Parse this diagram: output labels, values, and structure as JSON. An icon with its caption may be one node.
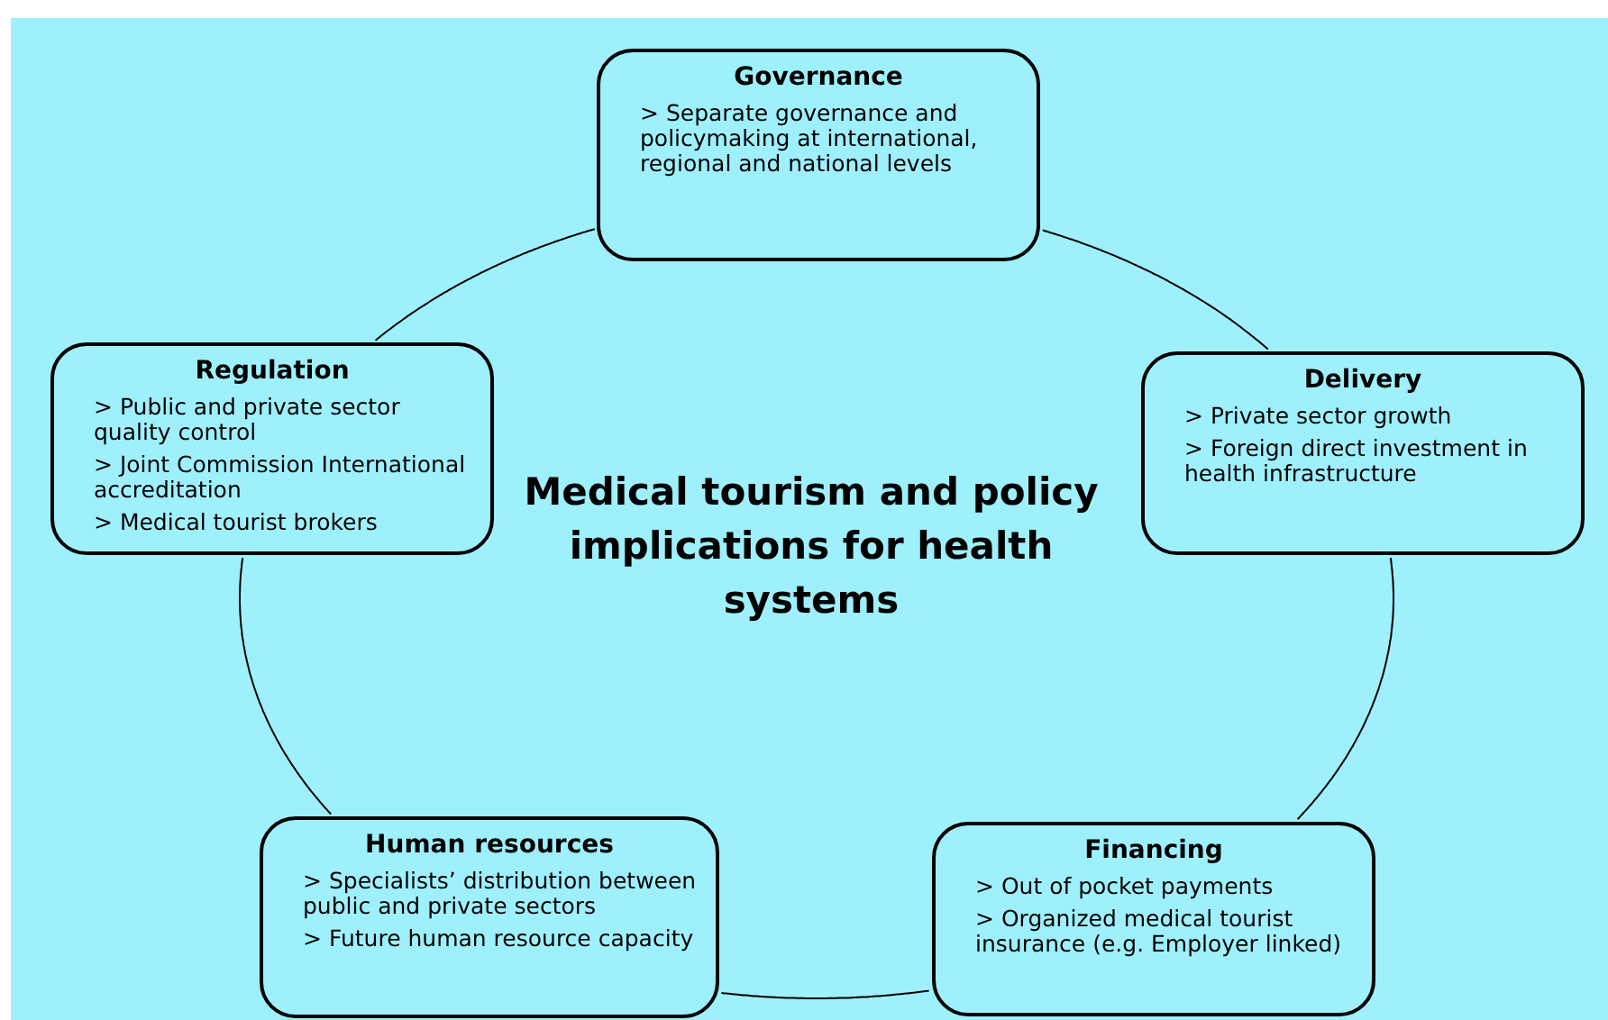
{
  "diagram": {
    "title": "Medical tourism and policy implications for health systems",
    "nodes": [
      {
        "text": [
          "Governance",
          "> Separate governance and policymaking at international, regional and national levels"
        ]
      },
      {
        "text": [
          "Regulation",
          "> Public and private sector quality control",
          "> Joint Commission International accreditation",
          "> Medical tourist brokers"
        ]
      },
      {
        "text": [
          "Delivery",
          "> Private sector growth",
          "> Foreign direct investment in health infrastructure"
        ]
      },
      {
        "text": [
          "Human resources",
          "> Specialists’ distribution between public and private sectors",
          "> Future human resource capacity"
        ]
      },
      {
        "text": [
          "Financing",
          "> Out of pocket payments",
          "> Organized  medical tourist insurance (e.g. Employer linked)"
        ]
      }
    ],
    "edges": [
      {
        "from": 0,
        "to": 2,
        "arrow": "none"
      },
      {
        "from": 2,
        "to": 4,
        "arrow": "none"
      },
      {
        "from": 4,
        "to": 3,
        "arrow": "none"
      },
      {
        "from": 3,
        "to": 1,
        "arrow": "none"
      },
      {
        "from": 1,
        "to": 0,
        "arrow": "none"
      }
    ]
  }
}
